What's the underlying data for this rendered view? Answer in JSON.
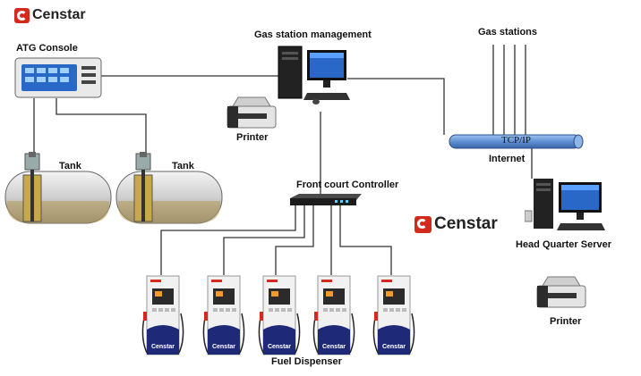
{
  "brand": {
    "name": "Censtar",
    "color": "#d42a1e"
  },
  "labels": {
    "atg_console": "ATG Console",
    "tank_1": "Tank",
    "tank_2": "Tank",
    "gas_station_management": "Gas station management",
    "printer_1": "Printer",
    "gas_stations": "Gas stations",
    "network": "TCP/IP",
    "internet": "Internet",
    "front_court_controller": "Front court Controller",
    "head_quarter_server": "Head Quarter Server",
    "printer_2": "Printer",
    "fuel_dispenser": "Fuel Dispenser"
  },
  "dispensers": [
    {
      "brand": "Censtar"
    },
    {
      "brand": "Censtar"
    },
    {
      "brand": "Censtar"
    },
    {
      "brand": "Censtar"
    },
    {
      "brand": "Censtar"
    }
  ],
  "colors": {
    "wire": "#333333",
    "tank_body": "#d8d8d8",
    "fuel": "#b89a55",
    "pipe": "#4f7fc4",
    "screen": "#2a68c8",
    "dispenser_base": "#1e2a78"
  }
}
